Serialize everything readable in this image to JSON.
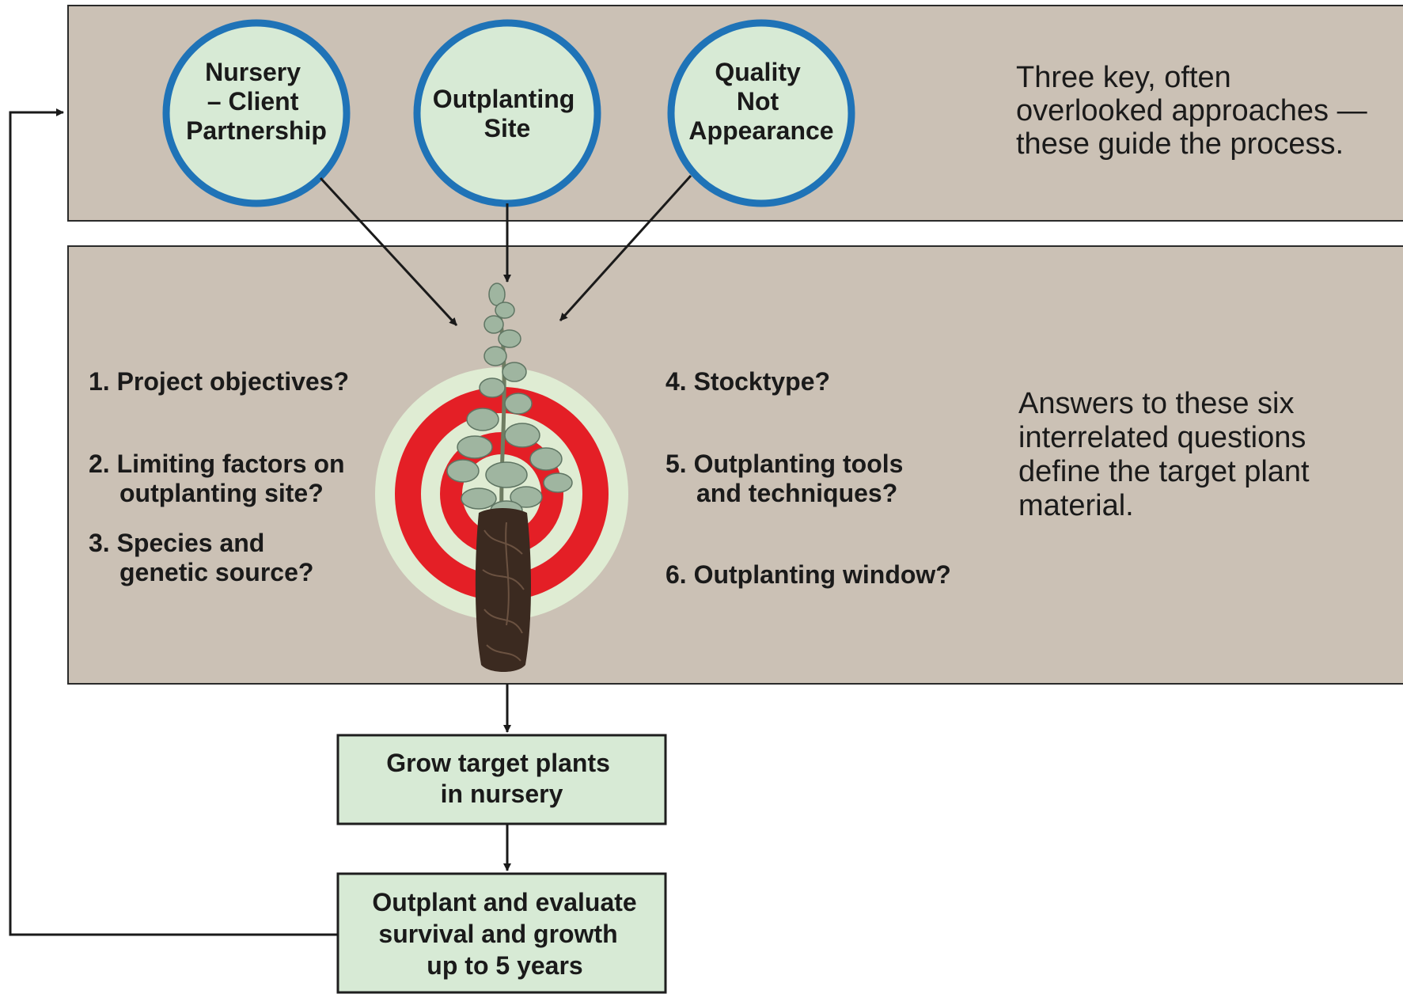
{
  "approaches": {
    "nodes": [
      {
        "lines": [
          "Nursery",
          "– Client",
          "Partnership"
        ]
      },
      {
        "lines": [
          "Outplanting",
          "Site"
        ]
      },
      {
        "lines": [
          "Quality",
          "Not",
          "Appearance"
        ]
      }
    ],
    "description": [
      "Three key, often",
      "overlooked approaches —",
      "these guide the process."
    ]
  },
  "questions": {
    "left": [
      {
        "lines": [
          "1. Project objectives?"
        ]
      },
      {
        "lines": [
          "2. Limiting factors on",
          "outplanting site?"
        ]
      },
      {
        "lines": [
          "3. Species and",
          "genetic source?"
        ]
      }
    ],
    "right": [
      {
        "lines": [
          "4. Stocktype?"
        ]
      },
      {
        "lines": [
          "5. Outplanting tools",
          "and techniques?"
        ]
      },
      {
        "lines": [
          "6. Outplanting window?"
        ]
      }
    ],
    "description": [
      "Answers to these six",
      "interrelated questions",
      "define the target plant",
      "material."
    ]
  },
  "steps": [
    {
      "lines": [
        "Grow target plants",
        "in nursery"
      ]
    },
    {
      "lines": [
        "Outplant and evaluate",
        "survival and growth",
        "up to 5 years"
      ]
    }
  ],
  "colors": {
    "panel": "#cbc1b5",
    "node_fill": "#d7ead5",
    "node_border": "#1f73b7",
    "target_red": "#e41f26",
    "target_pale": "#dfecd3",
    "plant_foliage": "#9fb5a0",
    "root_plug": "#3b2a20"
  }
}
